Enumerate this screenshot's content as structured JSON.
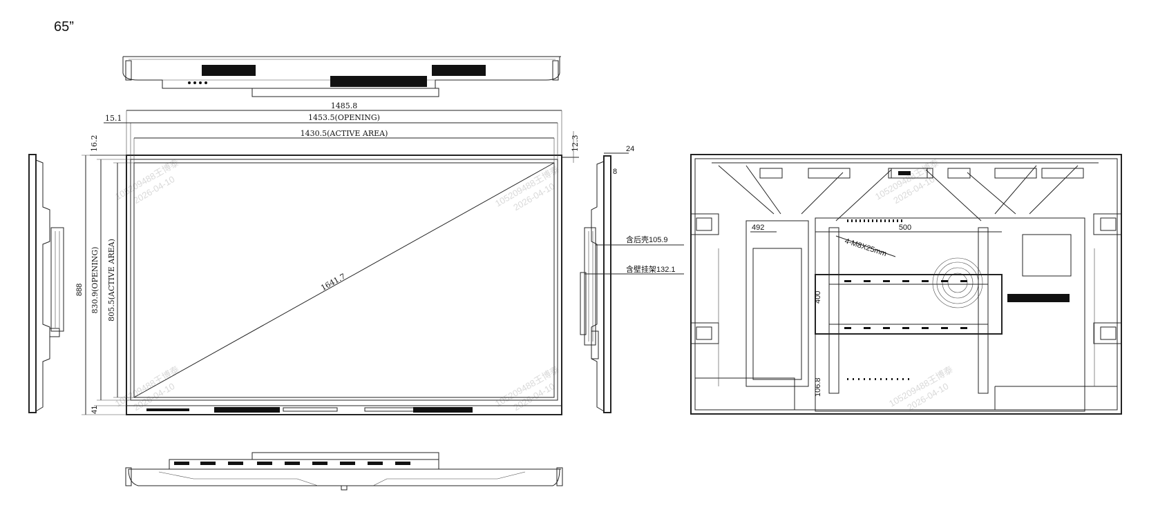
{
  "title": "65”",
  "watermark": {
    "line1": "105209488王博泰",
    "line2": "2026-04-10"
  },
  "front": {
    "total_width": "1485.8",
    "opening_width": "1453.5(OPENING)",
    "active_width": "1430.5(ACTIVE AREA)",
    "left_bezel": "15.1",
    "top_bezel": "16.2",
    "right_bezel": "12.3",
    "total_height": "888",
    "opening_height": "830.9(OPENING)",
    "active_height": "805.5(ACTIVE AREA)",
    "bottom_bezel": "41",
    "diagonal": "1641.7"
  },
  "side": {
    "depth": "24",
    "small": "8",
    "with_back_shell": "含后壳105.9",
    "with_wall_mount": "含壁挂架132.1"
  },
  "rear": {
    "vesa_width": "500",
    "offset_left": "492",
    "screw_spec": "4-M8X25mm",
    "vesa_height": "400",
    "offset_bottom": "106.8"
  }
}
